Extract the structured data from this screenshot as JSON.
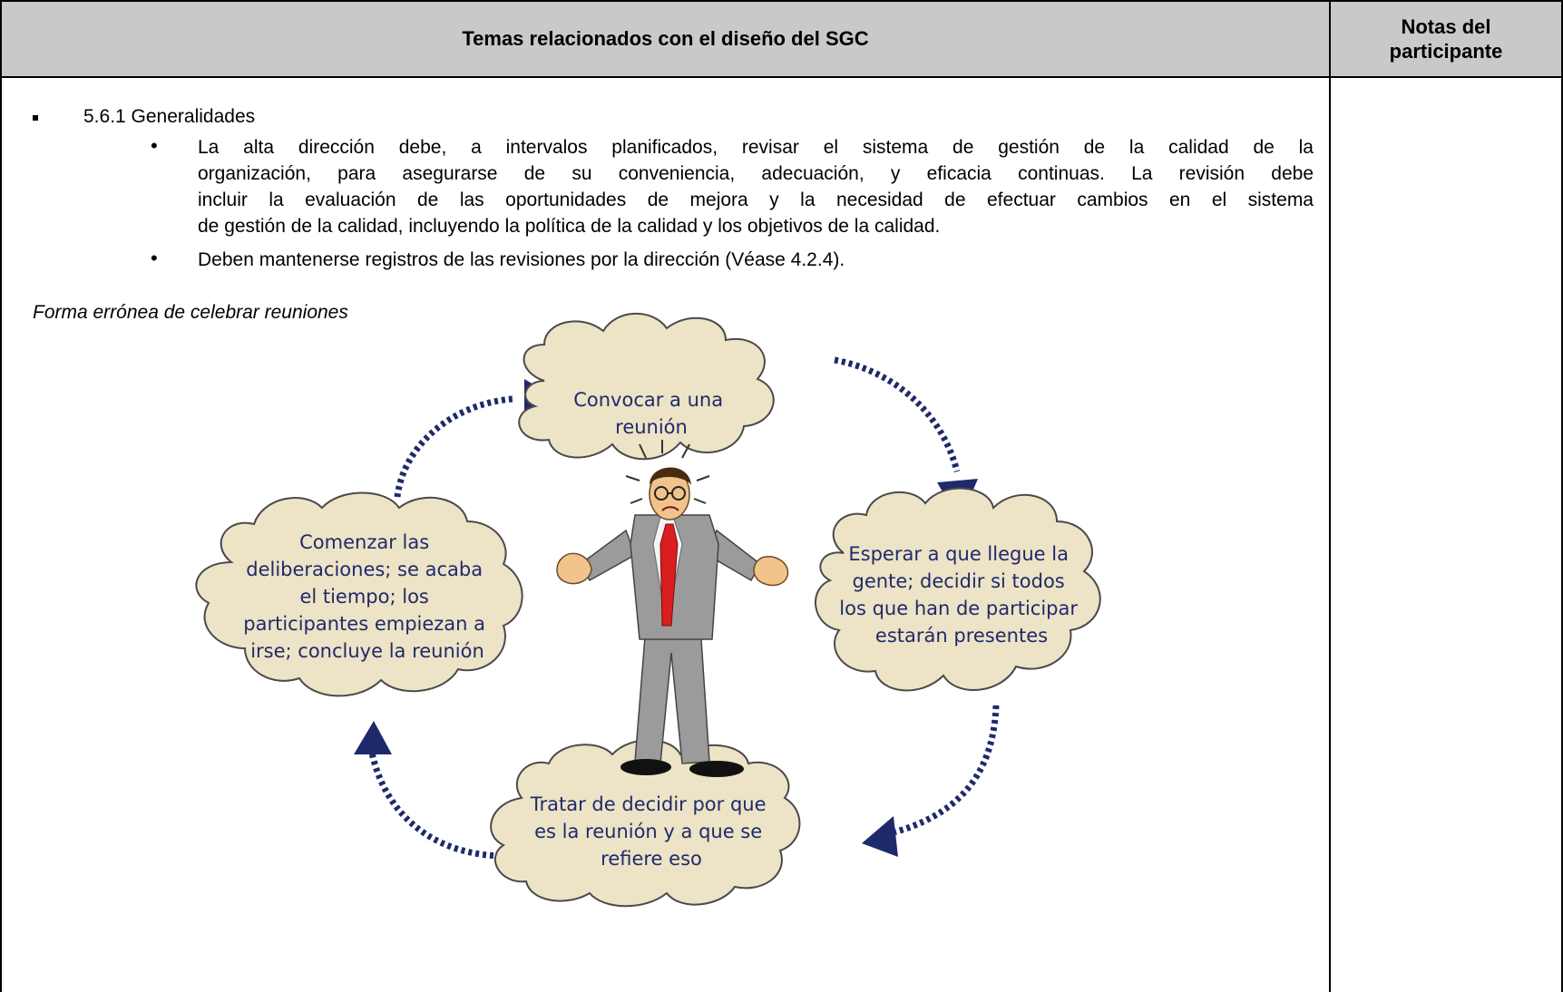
{
  "header": {
    "main_title": "Temas relacionados con el diseño del SGC",
    "notes_line1": "Notas del",
    "notes_line2": "participante"
  },
  "section": {
    "heading": "5.6.1 Generalidades",
    "bullet_symbol": "•",
    "bullets": [
      {
        "lines": [
          "La alta dirección debe, a intervalos planificados, revisar el sistema de gestión de la calidad de la",
          "organización, para asegurarse de su conveniencia, adecuación, y eficacia continuas. La revisión debe",
          "incluir la evaluación de las oportunidades de mejora y la necesidad de efectuar cambios en el sistema",
          "de gestión de la calidad, incluyendo la política de la calidad y los objetivos de la calidad."
        ]
      },
      {
        "lines": [
          "Deben mantenerse registros de las revisiones por la dirección (Véase 4.2.4)."
        ]
      }
    ]
  },
  "caption": "Forma errónea de celebrar reuniones",
  "diagram": {
    "colors": {
      "cloud_fill": "#ede3c6",
      "cloud_stroke": "#4a4a4a",
      "arrow": "#1f2a6b",
      "text": "#1f2a6b",
      "tie": "#d81e1e",
      "suit": "#9b9b9b"
    },
    "clouds": [
      {
        "lines": [
          "Convocar a una",
          "reunión"
        ]
      },
      {
        "lines": [
          "Esperar a que llegue la",
          "gente; decidir si todos",
          "los que han de participar",
          "estarán presentes"
        ]
      },
      {
        "lines": [
          "Tratar de decidir por que",
          "es la reunión y a que se",
          "refiere eso"
        ]
      },
      {
        "lines": [
          "Comenzar las",
          "deliberaciones; se acaba",
          "el tiempo; los",
          "participantes empiezan a",
          "irse; concluye la reunión"
        ]
      }
    ]
  }
}
